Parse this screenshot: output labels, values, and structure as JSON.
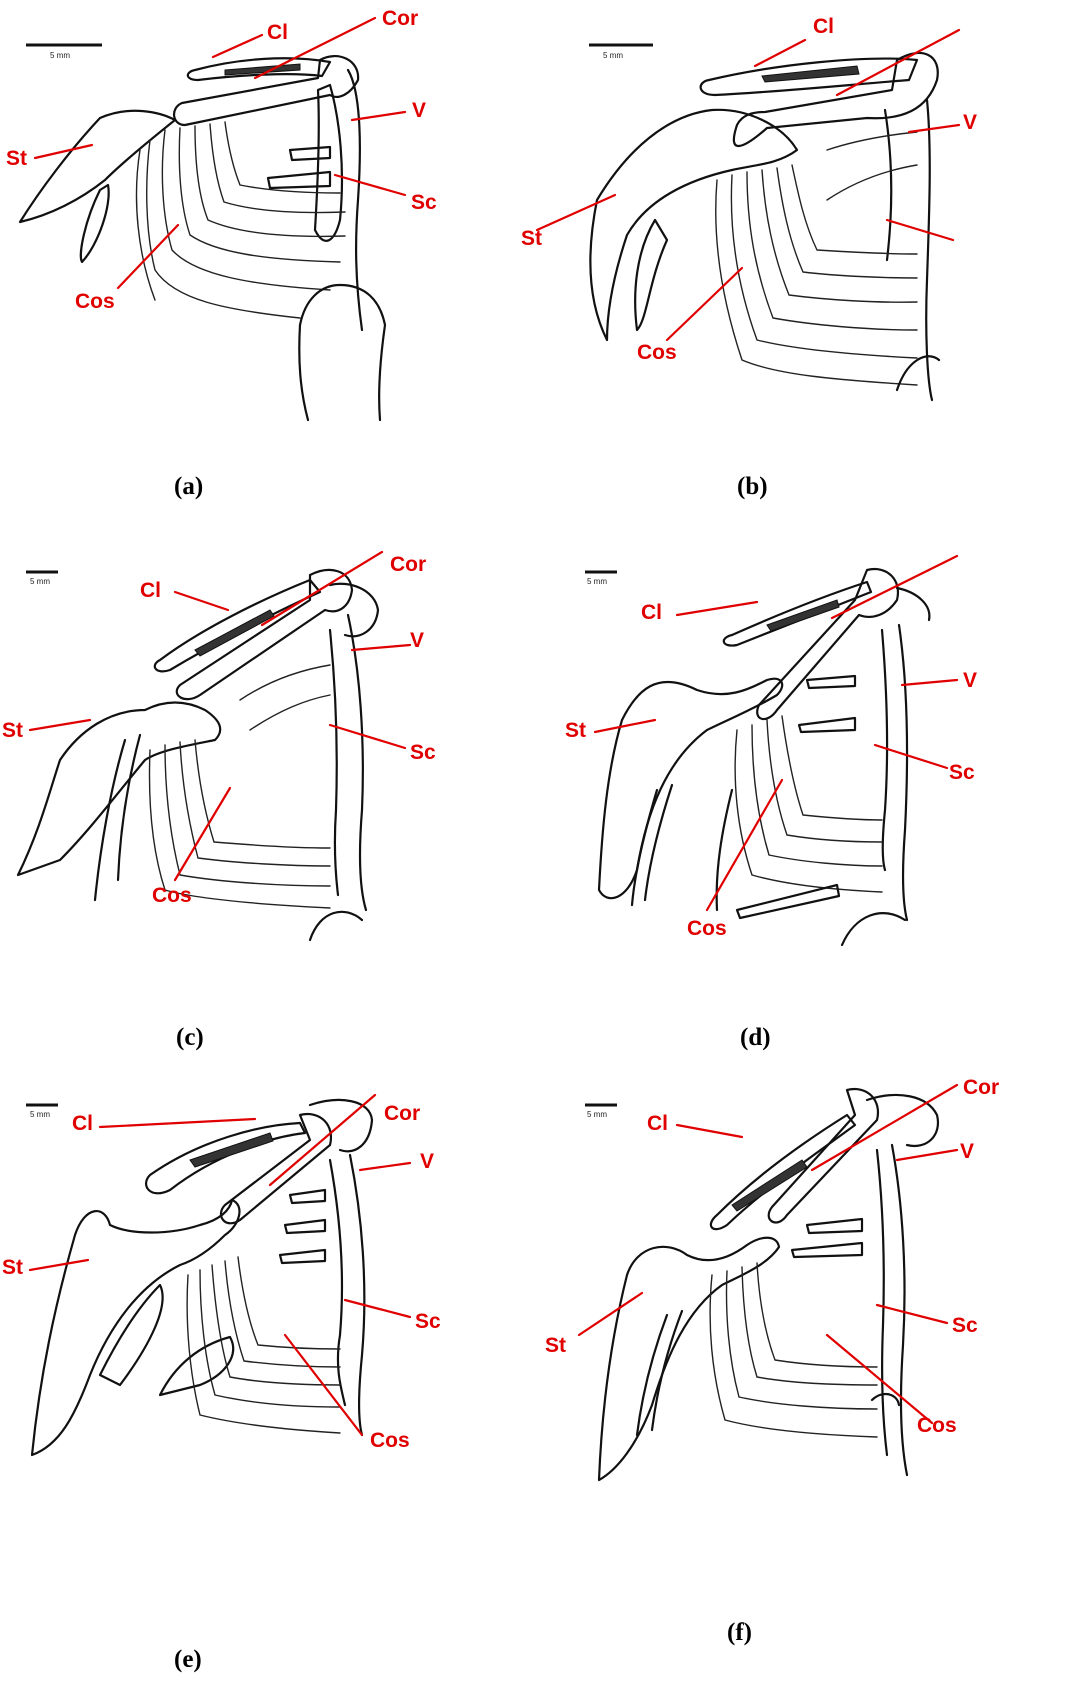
{
  "panels": [
    {
      "caption": "(a)",
      "scale_text": "5 mm",
      "labels": {
        "cl": "Cl",
        "cor": "Cor",
        "v": "V",
        "st": "St",
        "sc": "Sc",
        "cos": "Cos"
      }
    },
    {
      "caption": "(b)",
      "scale_text": "5 mm",
      "labels": {
        "cl": "Cl",
        "v": "V",
        "st": "St",
        "cos": "Cos"
      }
    },
    {
      "caption": "(c)",
      "scale_text": "5 mm",
      "labels": {
        "cl": "Cl",
        "cor": "Cor",
        "v": "V",
        "st": "St",
        "sc": "Sc",
        "cos": "Cos"
      }
    },
    {
      "caption": "(d)",
      "scale_text": "5 mm",
      "labels": {
        "cl": "Cl",
        "v": "V",
        "st": "St",
        "sc": "Sc",
        "cos": "Cos"
      }
    },
    {
      "caption": "(e)",
      "scale_text": "5 mm",
      "labels": {
        "cl": "Cl",
        "cor": "Cor",
        "v": "V",
        "st": "St",
        "sc": "Sc",
        "cos": "Cos"
      }
    },
    {
      "caption": "(f)",
      "scale_text": "5 mm",
      "labels": {
        "cl": "Cl",
        "cor": "Cor",
        "v": "V",
        "st": "St",
        "sc": "Sc",
        "cos": "Cos"
      }
    }
  ]
}
